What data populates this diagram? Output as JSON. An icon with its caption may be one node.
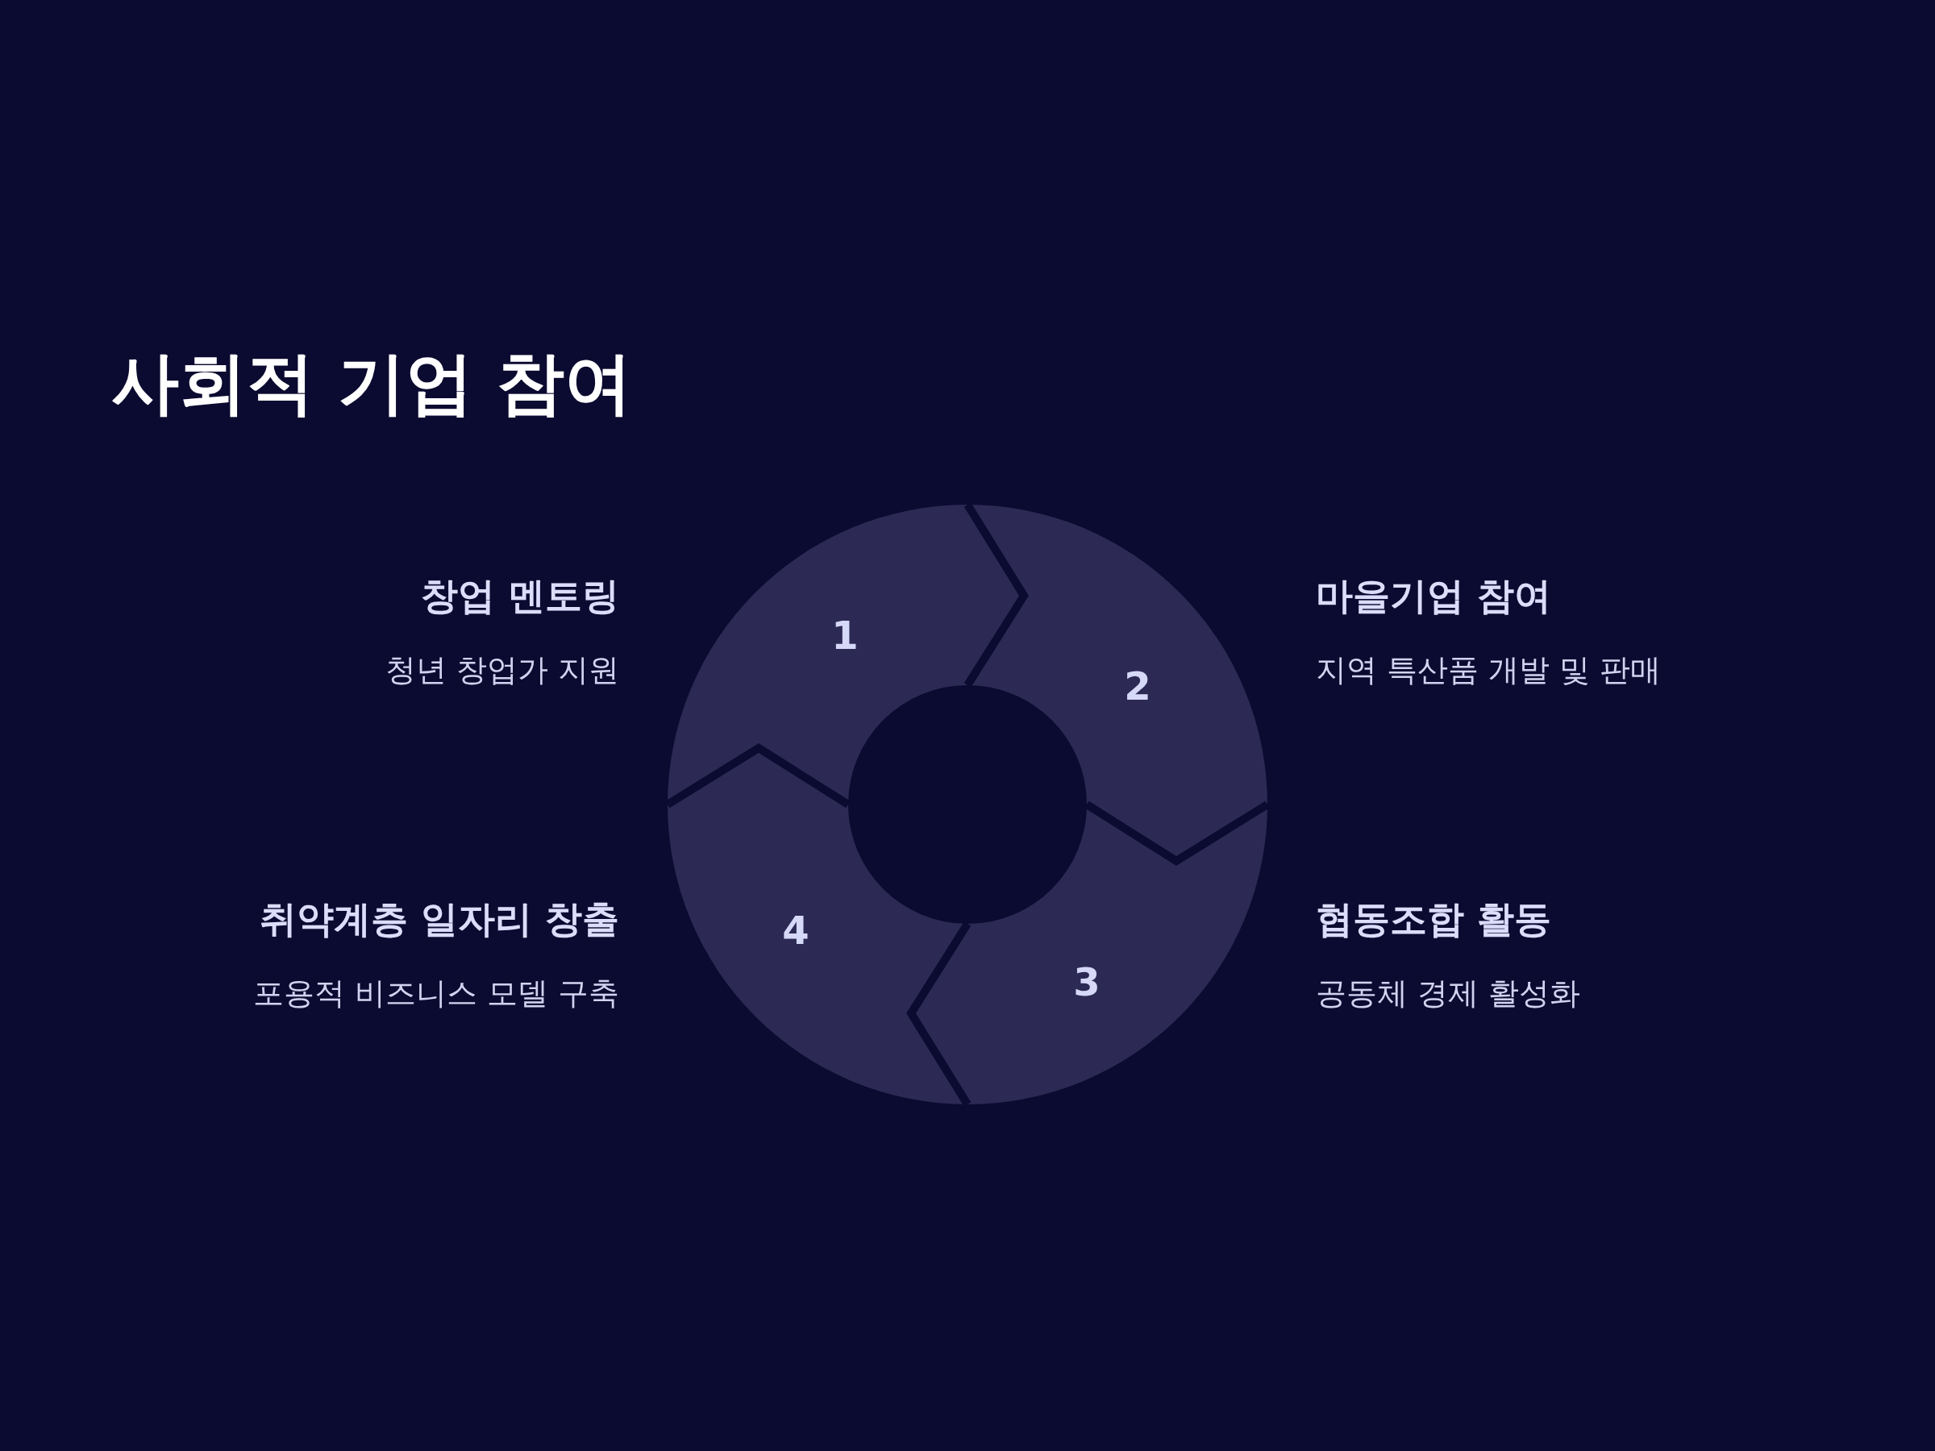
{
  "diagram": {
    "title": "사회적 기업 참여",
    "nodes": [
      {
        "text": [
          "1"
        ],
        "beside": [
          "창업 멘토링",
          "청년 창업가 지원"
        ]
      },
      {
        "text": [
          "2"
        ],
        "beside": [
          "마을기업 참여",
          "지역 특산품 개발 및 판매"
        ]
      },
      {
        "text": [
          "3"
        ],
        "beside": [
          "협동조합 활동",
          "공동체 경제 활성화"
        ]
      },
      {
        "text": [
          "4"
        ],
        "beside": [
          "취약계층 일자리 창출",
          "포용적 비즈니스 모델 구축"
        ]
      }
    ]
  }
}
